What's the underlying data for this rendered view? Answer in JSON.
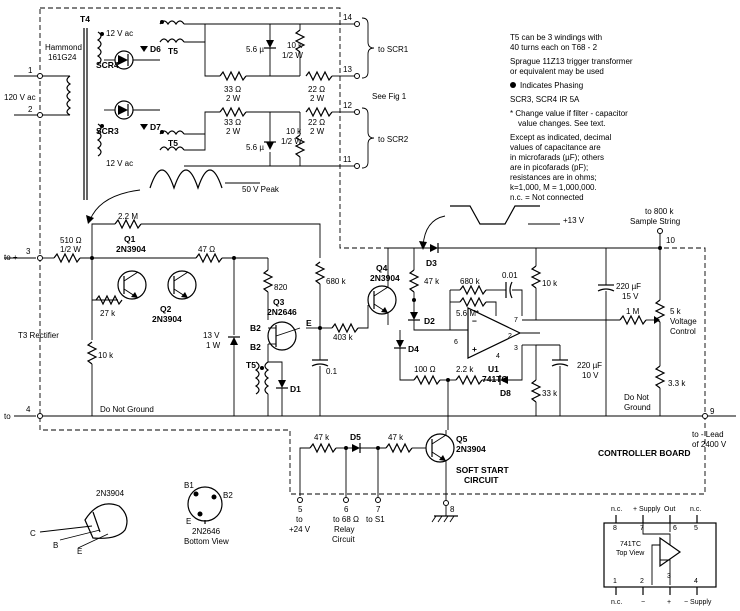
{
  "notes": {
    "lines": [
      "T5 can be 3 windings with",
      "40 turns each on T68 - 2",
      "Sprague 11Z13 trigger transformer",
      "or equivalent may be used",
      "Indicates Phasing",
      "SCR3, SCR4 IR 5A",
      "* Change value if filter - capacitor",
      "value changes. See text.",
      "Except as indicated, decimal",
      "values of capacitance are",
      "in microfarads (µF); others",
      "are in picofarads (pF);",
      "resistances are in ohms;",
      "k=1,000, M = 1,000,000.",
      "n.c. = Not connected"
    ]
  },
  "labels": {
    "t4": "T4",
    "hammond": "Hammond",
    "hammond_part": "161G24",
    "v120": "120 V ac",
    "v12a": "12 V ac",
    "v12b": "12 V ac",
    "scr4": "SCR4",
    "scr3": "SCR3",
    "d6": "D6",
    "d7": "D7",
    "t5a": "T5",
    "t5b": "T5",
    "c56a": "5.6 µ",
    "c56b": "5.6 µ",
    "r33a": "33 Ω",
    "r33a_w": "2 W",
    "r33b": "33 Ω",
    "r33b_w": "2 W",
    "r10ka": "10 k",
    "r10ka_w": "1/2 W",
    "r10kb": "10 k",
    "r10kb_w": "1/2 W",
    "r22a": "22 Ω",
    "r22a_w": "2 W",
    "r22b": "22 Ω",
    "r22b_w": "2 W",
    "to_scr1": "to SCR1",
    "to_scr2": "to SCR2",
    "see_fig": "See Fig 1",
    "peak": "50 V Peak",
    "plus13": "+13 V",
    "to_plus": "to +",
    "to_label": "to",
    "r510": "510 Ω",
    "r510_w": "1/2 W",
    "r22m": "2.2 M",
    "q1": "Q1",
    "q1_type": "2N3904",
    "q2": "Q2",
    "q2_type": "2N3904",
    "r47": "47 Ω",
    "r27k": "27 k",
    "t3": "T3 Rectifier",
    "r10kc": "10 k",
    "do_not_ground": "Do Not Ground",
    "r820": "820",
    "q3": "Q3",
    "q3_type": "2N2646",
    "b2a": "B2",
    "b2b": "B2",
    "e_pin": "E",
    "z13": "13 V",
    "z13_w": "1 W",
    "t5c": "T5",
    "d1": "D1",
    "r680k": "680 k",
    "r403k": "403 k",
    "c01": "0.1",
    "q4": "Q4",
    "q4_type": "2N3904",
    "d3": "D3",
    "r47k": "47 k",
    "r680kb": "680 k",
    "c001": "0.01",
    "r56m": "5.6 M*",
    "d2": "D2",
    "d4": "D4",
    "r100": "100 Ω",
    "r22k": "2.2 k",
    "d8": "D8",
    "u1": "U1",
    "u1_type": "741TC",
    "pin6": "6",
    "pin7": "7",
    "pin2": "2",
    "pin3": "3",
    "pin4": "4",
    "r10kd": "10 k",
    "r33k": "33 k",
    "c220a": "220 µF",
    "c220a_v": "10 V",
    "c220b": "220 µF",
    "c220b_v": "15 V",
    "r1m": "1 M",
    "pot5k": "5 k",
    "pot_v": "Voltage",
    "pot_c": "Control",
    "r33kb": "3.3 k",
    "dng2a": "Do Not",
    "dng2b": "Ground",
    "to800k_a": "to 800 k",
    "to800k_b": "Sample String",
    "to_lead_a": "to - Lead",
    "to_lead_b": "of 2400 V",
    "controller": "CONTROLLER BOARD",
    "r47ka": "47 k",
    "d5": "D5",
    "r47kb": "47 k",
    "q5": "Q5",
    "q5_type": "2N3904",
    "soft1": "SOFT START",
    "soft2": "CIRCUIT",
    "to24a": "to",
    "to24b": "+24 V",
    "to68a": "to 68 Ω",
    "to68b": "Relay",
    "to68c": "Circuit",
    "tos1": "to S1",
    "pkg_type": "2N3904",
    "pin_c": "C",
    "pin_b": "B",
    "pin_e": "E",
    "ujt_b1": "B1",
    "ujt_b2": "B2",
    "ujt_e": "E",
    "ujt_name": "2N2646",
    "ujt_view": "Bottom View",
    "ic_nc1": "n.c.",
    "ic_sup_plus": "+ Supply",
    "ic_out": "Out",
    "ic_nc2": "n.c.",
    "ic_p8": "8",
    "ic_p7": "7",
    "ic_p6": "6",
    "ic_p5": "5",
    "ic_p1": "1",
    "ic_p2": "2",
    "ic_p3": "3",
    "ic_p4": "4",
    "ic_name": "741TC",
    "ic_view": "Top View",
    "ic_nc3": "n.c.",
    "ic_minus": "−",
    "ic_plus": "+",
    "ic_sup_minus": "− Supply"
  },
  "terminals": [
    "1",
    "2",
    "3",
    "4",
    "5",
    "6",
    "7",
    "8",
    "9",
    "10",
    "11",
    "12",
    "13",
    "14"
  ]
}
